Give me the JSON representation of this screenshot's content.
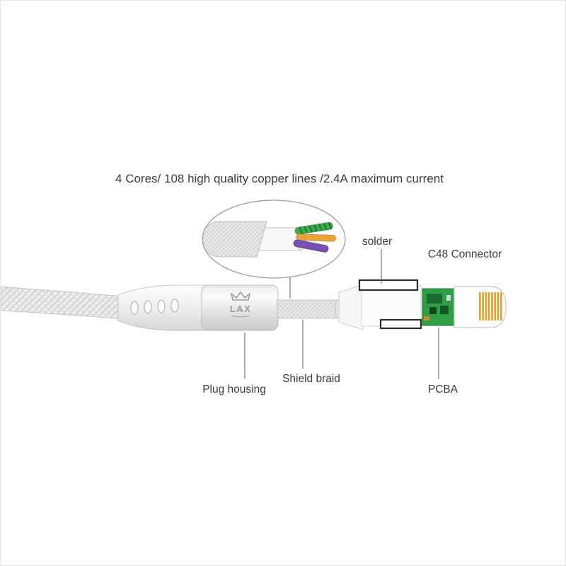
{
  "title": "4 Cores/ 108 high quality copper lines /2.4A maximum current",
  "brand": "LAX",
  "callouts": {
    "solder": "solder",
    "c48_connector": "C48 Connector",
    "plug_housing": "Plug housing",
    "shield_braid": "Shield braid",
    "pcba": "PCBA"
  },
  "colors": {
    "wire_green": "#3faa4e",
    "wire_green_stripe": "#1e7a31",
    "wire_orange": "#e8a33d",
    "wire_purple": "#7a4fb5",
    "pcb_green": "#2f9e44",
    "pcb_dark": "#1b6b2f",
    "pin_gold": "#e3a02f",
    "text": "#3c3c3c"
  }
}
